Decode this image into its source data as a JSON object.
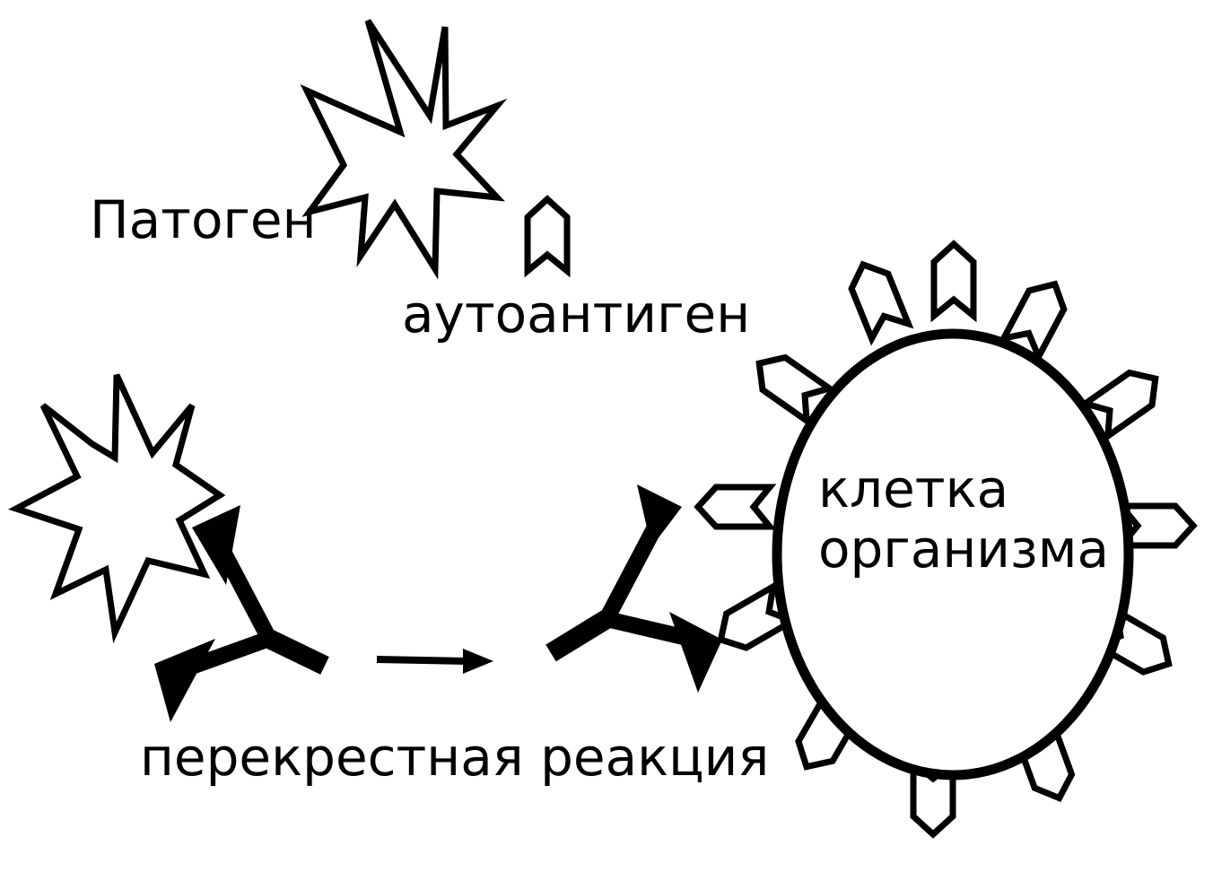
{
  "labels": {
    "pathogen": "Патоген",
    "autoantigen": "аутоантиген",
    "cell_line1": "клетка",
    "cell_line2": "организма",
    "cross_reaction": "перекрестная реакция"
  },
  "colors": {
    "ink": "#000000",
    "background": "#ffffff"
  }
}
